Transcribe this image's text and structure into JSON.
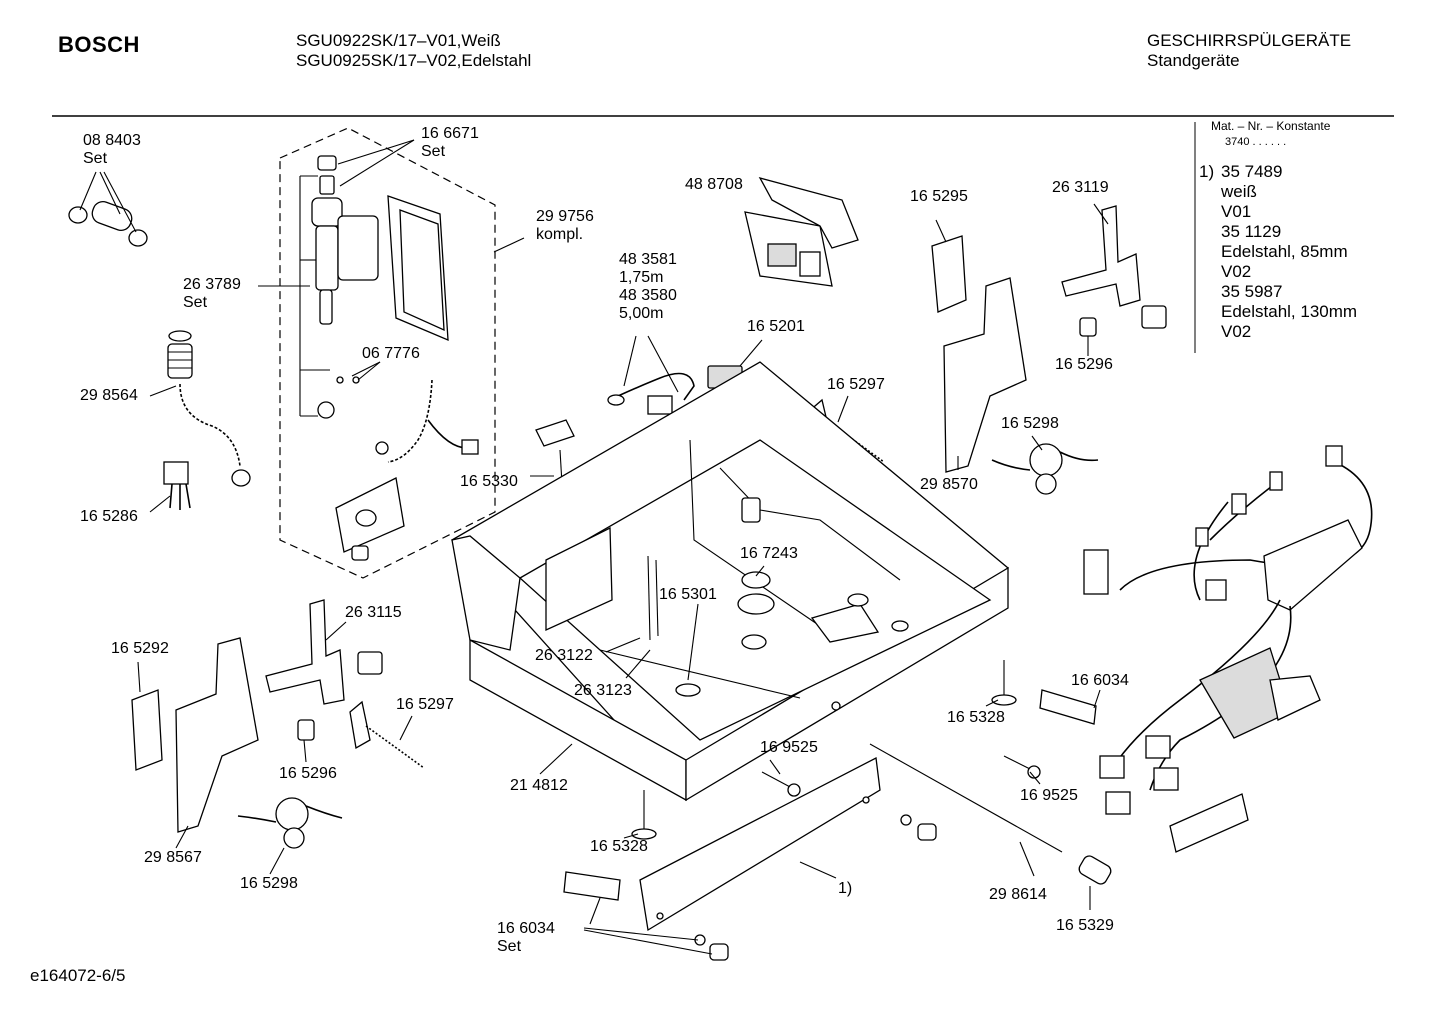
{
  "header": {
    "brand": "BOSCH",
    "models": [
      "SGU0922SK/17–V01,Weiß",
      "SGU0925SK/17–V02,Edelstahl"
    ],
    "category": "GESCHIRRSPÜLGERÄTE",
    "subcategory": "Standgeräte"
  },
  "mat_box": {
    "heading": "Mat. – Nr. – Konstante",
    "value": "3740 .  .  .  .  .  ."
  },
  "legend": {
    "marker": "1)",
    "lines": [
      "35 7489",
      "weiß",
      "V01",
      "35 1129",
      "Edelstahl, 85mm",
      "V02",
      "35 5987",
      "Edelstahl, 130mm",
      "V02"
    ]
  },
  "parts": [
    {
      "id": "p1",
      "lines": [
        "08 8403",
        "Set"
      ]
    },
    {
      "id": "p2",
      "lines": [
        "16 6671",
        "Set"
      ]
    },
    {
      "id": "p3",
      "lines": [
        "29 9756",
        "kompl."
      ]
    },
    {
      "id": "p4",
      "lines": [
        "26 3789",
        "Set"
      ]
    },
    {
      "id": "p5",
      "lines": [
        "29 8564"
      ]
    },
    {
      "id": "p6",
      "lines": [
        "06 7776"
      ]
    },
    {
      "id": "p7",
      "lines": [
        "16 5286"
      ]
    },
    {
      "id": "p8",
      "lines": [
        "48 8708"
      ]
    },
    {
      "id": "p9",
      "lines": [
        "48 3581",
        "1,75m",
        "48 3580",
        "5,00m"
      ]
    },
    {
      "id": "p10",
      "lines": [
        "16 5201"
      ]
    },
    {
      "id": "p11",
      "lines": [
        "16 5330"
      ]
    },
    {
      "id": "p12",
      "lines": [
        "16 5295"
      ]
    },
    {
      "id": "p13",
      "lines": [
        "26 3119"
      ]
    },
    {
      "id": "p14",
      "lines": [
        "16 5296"
      ]
    },
    {
      "id": "p15",
      "lines": [
        "16 5297"
      ]
    },
    {
      "id": "p16",
      "lines": [
        "16 5298"
      ]
    },
    {
      "id": "p17",
      "lines": [
        "29 8570"
      ]
    },
    {
      "id": "p18",
      "lines": [
        "16 7243"
      ]
    },
    {
      "id": "p19",
      "lines": [
        "16 5301"
      ]
    },
    {
      "id": "p20",
      "lines": [
        "26 3115"
      ]
    },
    {
      "id": "p21",
      "lines": [
        "16 5292"
      ]
    },
    {
      "id": "p22",
      "lines": [
        "26 3122"
      ]
    },
    {
      "id": "p23",
      "lines": [
        "26 3123"
      ]
    },
    {
      "id": "p24",
      "lines": [
        "16 5297"
      ]
    },
    {
      "id": "p25",
      "lines": [
        "16 5296"
      ]
    },
    {
      "id": "p26",
      "lines": [
        "29 8567"
      ]
    },
    {
      "id": "p27",
      "lines": [
        "16 5298"
      ]
    },
    {
      "id": "p28",
      "lines": [
        "21 4812"
      ]
    },
    {
      "id": "p29",
      "lines": [
        "16 9525"
      ]
    },
    {
      "id": "p30",
      "lines": [
        "16 5328"
      ]
    },
    {
      "id": "p31",
      "lines": [
        "16 6034"
      ]
    },
    {
      "id": "p32",
      "lines": [
        "16 5328"
      ]
    },
    {
      "id": "p33",
      "lines": [
        "16 9525"
      ]
    },
    {
      "id": "p34",
      "lines": [
        "1)"
      ]
    },
    {
      "id": "p35",
      "lines": [
        "29 8614"
      ]
    },
    {
      "id": "p36",
      "lines": [
        "16 5329"
      ]
    },
    {
      "id": "p37",
      "lines": [
        "16 6034",
        "Set"
      ]
    }
  ],
  "footer": "e164072-6/5"
}
